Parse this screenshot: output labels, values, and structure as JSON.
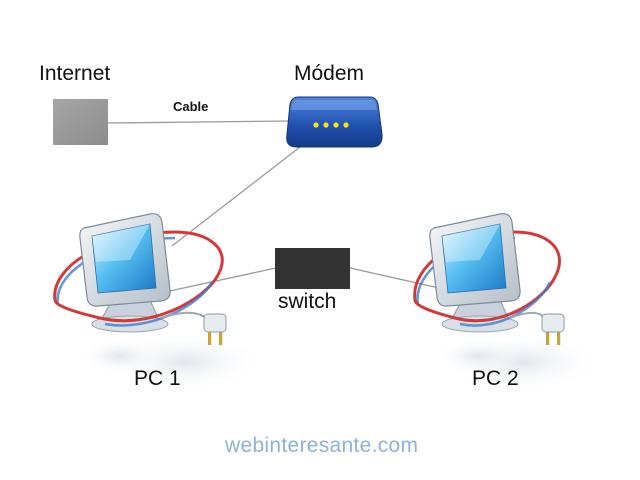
{
  "diagram": {
    "internet_label": "Internet",
    "modem_label": "Módem",
    "cable_label": "Cable",
    "switch_label": "switch",
    "pc1_label": "PC 1",
    "pc2_label": "PC 2",
    "watermark": "webinteresante.com"
  },
  "colors": {
    "internet_box": "#9a9a9a",
    "modem_blue": "#2255b8",
    "modem_lights": "#ffe600",
    "switch_box": "#333333",
    "connection_line": "#9a9a9a",
    "watermark": "#8cb3d9",
    "ring_red": "#d23a3a",
    "ring_blue": "#3f7ad1"
  },
  "icons": {
    "internet": "internet-box",
    "modem": "modem-icon",
    "switch": "switch-box",
    "pc": "computer-monitor-icon",
    "plug": "power-plug-icon"
  }
}
